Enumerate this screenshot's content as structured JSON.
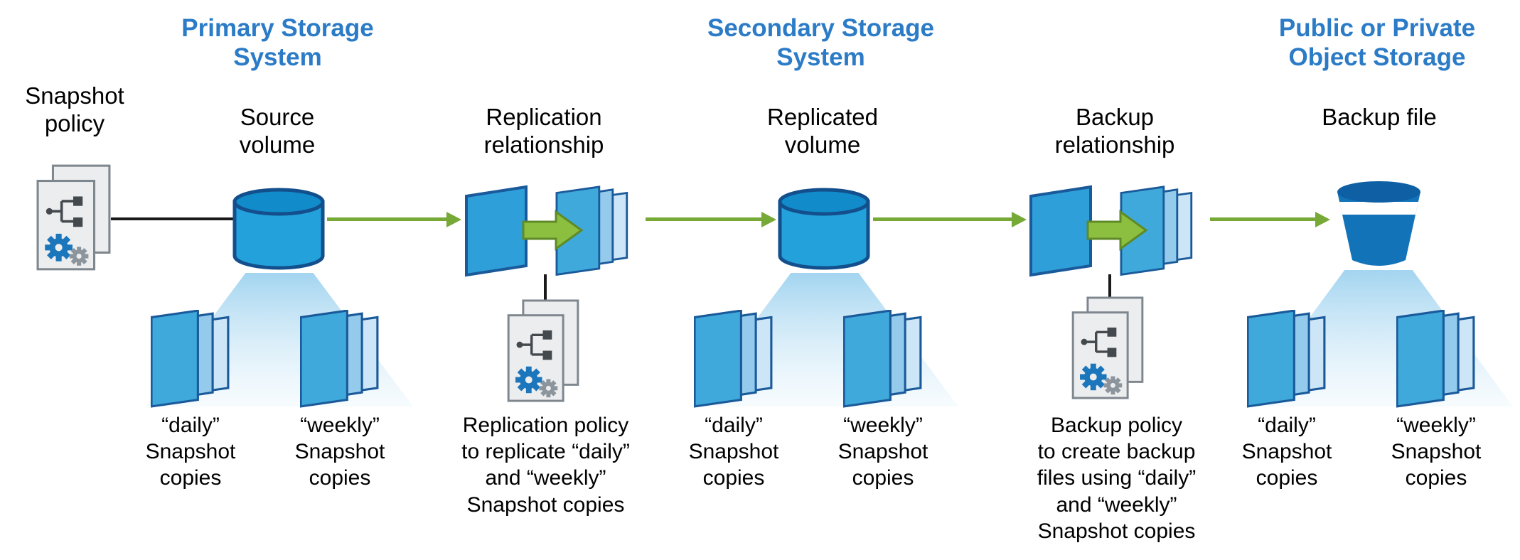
{
  "headers": {
    "primary": "Primary Storage\nSystem",
    "secondary": "Secondary Storage\nSystem",
    "object_storage": "Public or Private\nObject Storage"
  },
  "nodes": {
    "snapshot_policy": "Snapshot\npolicy",
    "source_volume": "Source\nvolume",
    "replication_relationship": "Replication\nrelationship",
    "replicated_volume": "Replicated\nvolume",
    "backup_relationship": "Backup\nrelationship",
    "backup_file": "Backup file"
  },
  "captions": {
    "daily_snapshot": "“daily”\nSnapshot\ncopies",
    "weekly_snapshot": "“weekly”\nSnapshot\ncopies",
    "replication_policy": "Replication policy\nto replicate “daily”\nand “weekly”\nSnapshot copies",
    "backup_policy": "Backup policy\nto create backup\nfiles using “daily”\nand “weekly”\nSnapshot copies"
  },
  "icons": {
    "snapshot_policy": "policy-document-with-gears",
    "source_volume": "storage-volume-cylinder",
    "replication_relationship": "panel-green-arrow-to-snapshot-stack",
    "replicated_volume": "storage-volume-cylinder",
    "backup_relationship": "panel-green-arrow-to-snapshot-stack",
    "backup_file": "object-storage-bucket",
    "snapshot_copies": "stacked-snapshot-panels"
  },
  "colors": {
    "header_text": "#2B7BC7",
    "flow_arrow_green": "#76A935",
    "icon_arrow_green": "#8CBF3F",
    "volume_blue": "#23A1DB",
    "panel_front": "#3FA9DC",
    "panel_mid": "#94CBEC",
    "panel_back": "#CDE6F7",
    "outline_blue": "#1A5A9A",
    "bucket_blue": "#1273B9",
    "gear_blue": "#1C76BC",
    "connector_black": "#1A1A1A"
  }
}
